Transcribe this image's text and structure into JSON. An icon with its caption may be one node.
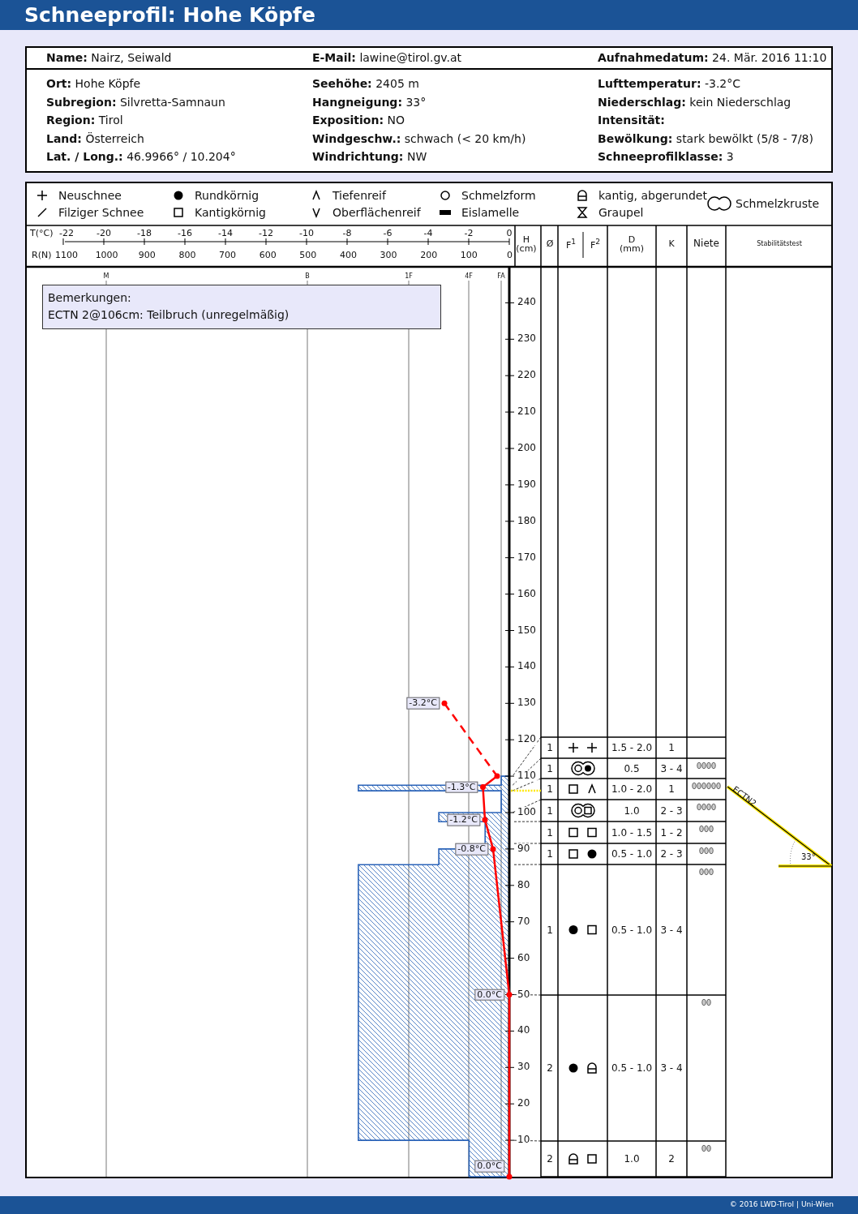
{
  "diagram": {
    "title": "Schneeprofil: Hohe Köpfe",
    "nodes": [
      {
        "text": [
          "Bemerkungen:",
          "ECTN 2@106cm: Teilbruch (unregelmäßig)"
        ]
      }
    ],
    "labels": [
      "Name: Nairz, Seiwald",
      "E-Mail: lawine@tirol.gv.at",
      "Aufnahmedatum: 24. Mär. 2016 11:10",
      "Ort: Hohe Köpfe",
      "Seehöhe: 2405 m",
      "Lufttemperatur: -3.2°C",
      "Subregion: Silvretta-Samnaun",
      "Hangneigung: 33°",
      "Niederschlag: kein Niederschlag",
      "Region: Tirol",
      "Exposition: NO",
      "Intensität:",
      "Land: Österreich",
      "Windgeschw.: schwach (< 20 km/h)",
      "Bewölkung: stark bewölkt (5/8 - 7/8)",
      "Lat. / Long.: 46.9966° / 10.204°",
      "Windrichtung: NW",
      "Schneeprofilklasse: 3",
      "T(°C)",
      "-22",
      "-20",
      "-18",
      "-16",
      "-14",
      "-12",
      "-10",
      "-8",
      "-6",
      "-4",
      "-2",
      "0",
      "H (cm)",
      "Ø",
      "F$^{1}$",
      "F$^{2}$",
      "D (mm)",
      "K",
      "Niete",
      "Stabilitätstest",
      "R(N)",
      "1100",
      "1000",
      "900",
      "800",
      "700",
      "600",
      "500",
      "400",
      "300",
      "200",
      "100",
      "0",
      "M",
      "B",
      "1F",
      "4F",
      "FA",
      "240",
      "230",
      "220",
      "210",
      "200",
      "190",
      "180",
      "170",
      "160",
      "150",
      "140",
      "130",
      "120",
      "110",
      "100",
      "90",
      "80",
      "70",
      "60",
      "50",
      "40",
      "30",
      "20",
      "10",
      "-3.2°C",
      "-1.3°C",
      "-1.2°C",
      "-0.8°C",
      "0.0°C",
      "0.0°C",
      "1",
      "1.5 - 2.0",
      "1",
      "1",
      "0.5",
      "3 - 4",
      "1",
      "1.0 - 2.0",
      "1",
      "1",
      "1.0",
      "2 - 3",
      "1",
      "1.0 - 1.5",
      "1 - 2",
      "1",
      "0.5 - 1.0",
      "2 - 3",
      "1",
      "0.5 - 1.0",
      "3 - 4",
      "2",
      "0.5 - 1.0",
      "3 - 4",
      "2",
      "1.0",
      "2",
      "ECTN2",
      "33°",
      "© 2016 LWD-Tirol | Uni-Wien"
    ],
    "legend": [
      {
        "text": "Neuschnee"
      },
      {
        "text": "Rundkörnig"
      },
      {
        "text": "Tiefenreif"
      },
      {
        "text": "Schmelzform"
      },
      {
        "text": "kantig, abgerundet"
      },
      {
        "text": "Schmelzkruste"
      },
      {
        "text": "Filziger Schnee"
      },
      {
        "text": "Kantigkörnig"
      },
      {
        "text": "Oberflächenreif"
      },
      {
        "text": "Eislamelle"
      },
      {
        "text": "Graupel"
      }
    ]
  }
}
